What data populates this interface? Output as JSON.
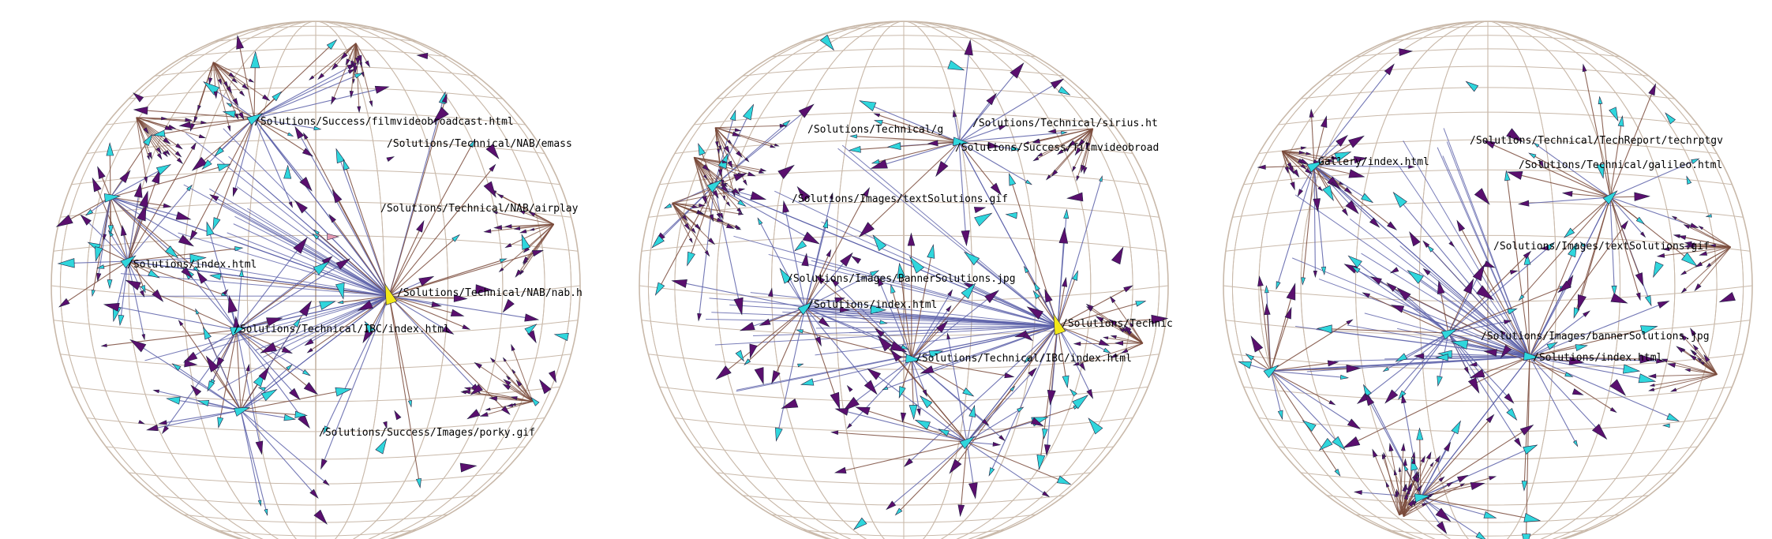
{
  "colors": {
    "background": "#ffffff",
    "grid": "#c9b9aa",
    "edge_blue": "#5a5fa8",
    "edge_brown": "#7a4a3a",
    "node_cyan": "#2fd6dc",
    "node_purple": "#5a0f6e",
    "node_yellow": "#f2e81a",
    "node_pink": "#e49ab0",
    "node_teal": "#1c6b66"
  },
  "icons": [
    "cyan-arrow-node-icon",
    "purple-arrow-node-icon",
    "yellow-focus-node-icon"
  ],
  "views": [
    {
      "labels": [
        "/Solutions/Success/filmvideobroadcast.html",
        "/Solutions/Technical/NAB/emass",
        "/Solutions/Technical/NAB/airplay",
        "/Solutions/index.html",
        "/Solutions/Technical/NAB/nab.h",
        "/Solutions/Technical/IBC/index.html",
        "/Solutions/Success/Images/porky.gif"
      ]
    },
    {
      "labels": [
        "/Solutions/Technical/sirius.ht",
        "/Solutions/Technical/g",
        "/Solutions/Success/filmvideobroad",
        "/Solutions/Images/textSolutions.gif",
        "/Solutions/Images/BannerSolutions.jpg",
        "/Solutions/index.html",
        "/Solutions/Technic",
        "/Solutions/Technical/IBC/index.html"
      ]
    },
    {
      "labels": [
        "/Solutions/Technical/TechReport/techrptgv",
        "Gallery/index.html",
        "/Solutions/Technical/galileo.html",
        "/Solutions/Images/textSolutions.gif",
        "/Solutions/Images/bannerSolutions.jpg",
        "/Solutions/index.html"
      ]
    }
  ]
}
